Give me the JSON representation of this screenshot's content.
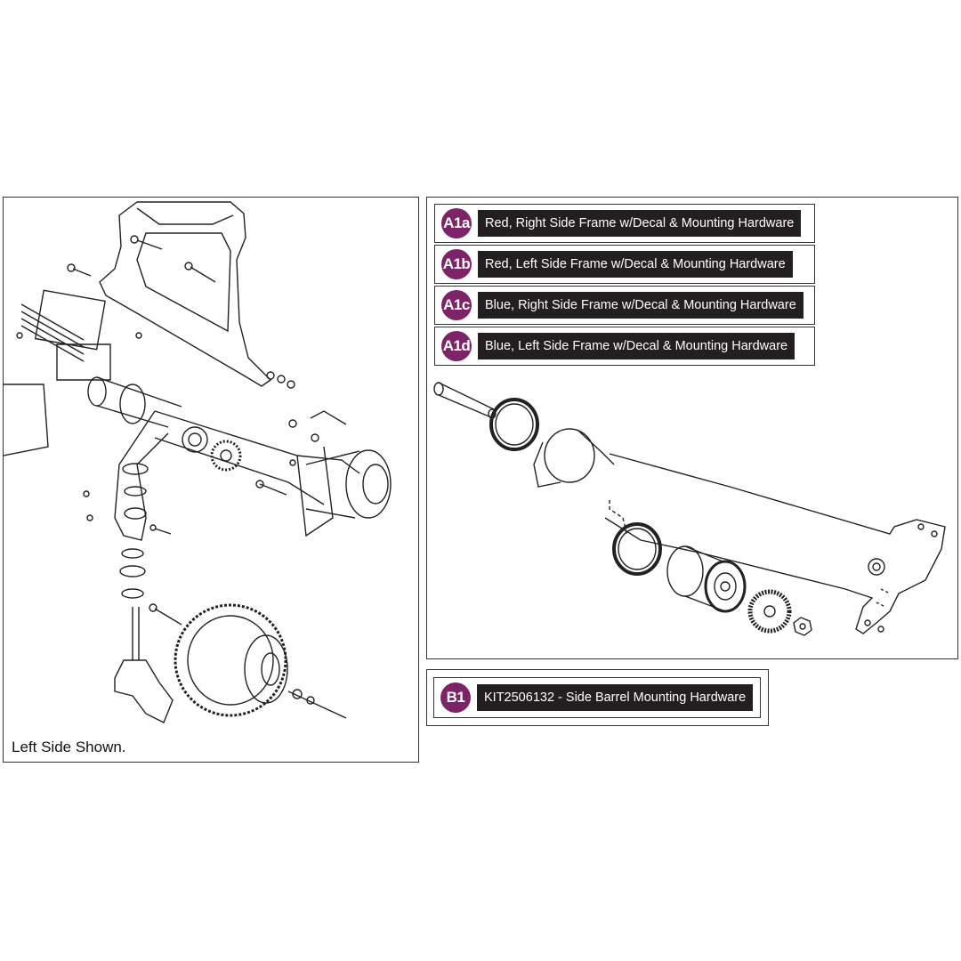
{
  "left_panel": {
    "caption": "Left Side Shown."
  },
  "right_panel": {
    "labels": [
      {
        "code": "A1a",
        "text": "Red, Right Side Frame w/Decal & Mounting Hardware"
      },
      {
        "code": "A1b",
        "text": "Red, Left Side Frame w/Decal & Mounting Hardware"
      },
      {
        "code": "A1c",
        "text": "Blue, Right Side Frame w/Decal & Mounting Hardware"
      },
      {
        "code": "A1d",
        "text": "Blue, Left Side Frame w/Decal & Mounting Hardware"
      }
    ]
  },
  "b1_panel": {
    "code": "B1",
    "text": "KIT2506132 - Side Barrel Mounting Hardware"
  },
  "colors": {
    "badge": "#7c2467",
    "label_bar": "#231f20",
    "line": "#222222"
  }
}
